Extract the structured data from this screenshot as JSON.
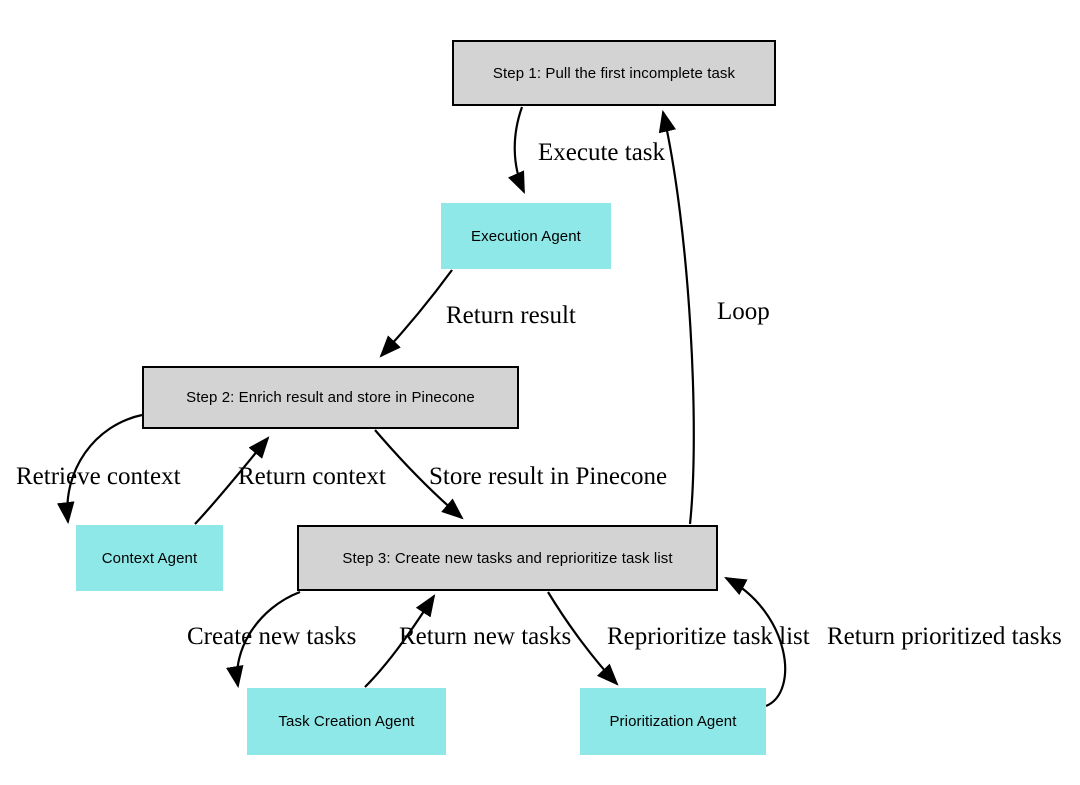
{
  "diagram": {
    "title": "BabyAGI task loop flow diagram",
    "background_color": "#ffffff",
    "step_fill_color": "#d3d3d3",
    "agent_fill_color": "#8ee8e8",
    "stroke_color": "#000000",
    "nodes": [
      {
        "id": "step1",
        "label": "Step 1: Pull the first incomplete task",
        "type": "step"
      },
      {
        "id": "execution_agent",
        "label": "Execution Agent",
        "type": "agent"
      },
      {
        "id": "step2",
        "label": "Step 2: Enrich result and store in Pinecone",
        "type": "step"
      },
      {
        "id": "context_agent",
        "label": "Context Agent",
        "type": "agent"
      },
      {
        "id": "step3",
        "label": "Step 3: Create new tasks and reprioritize task list",
        "type": "step"
      },
      {
        "id": "task_creation_agent",
        "label": "Task Creation Agent",
        "type": "agent"
      },
      {
        "id": "prioritization_agent",
        "label": "Prioritization Agent",
        "type": "agent"
      }
    ],
    "edges": [
      {
        "id": "e1",
        "from": "step1",
        "to": "execution_agent",
        "label": "Execute task"
      },
      {
        "id": "e2",
        "from": "execution_agent",
        "to": "step2",
        "label": "Return result"
      },
      {
        "id": "e3",
        "from": "step2",
        "to": "context_agent",
        "label": "Retrieve context"
      },
      {
        "id": "e4",
        "from": "context_agent",
        "to": "step2",
        "label": "Return context"
      },
      {
        "id": "e5",
        "from": "step2",
        "to": "step3",
        "label": "Store result in Pinecone"
      },
      {
        "id": "e6",
        "from": "step3",
        "to": "task_creation_agent",
        "label": "Create new tasks"
      },
      {
        "id": "e7",
        "from": "task_creation_agent",
        "to": "step3",
        "label": "Return new tasks"
      },
      {
        "id": "e8",
        "from": "step3",
        "to": "prioritization_agent",
        "label": "Reprioritize task list"
      },
      {
        "id": "e9",
        "from": "prioritization_agent",
        "to": "step3",
        "label": "Return prioritized tasks"
      },
      {
        "id": "e10",
        "from": "step3",
        "to": "step1",
        "label": "Loop"
      }
    ]
  }
}
